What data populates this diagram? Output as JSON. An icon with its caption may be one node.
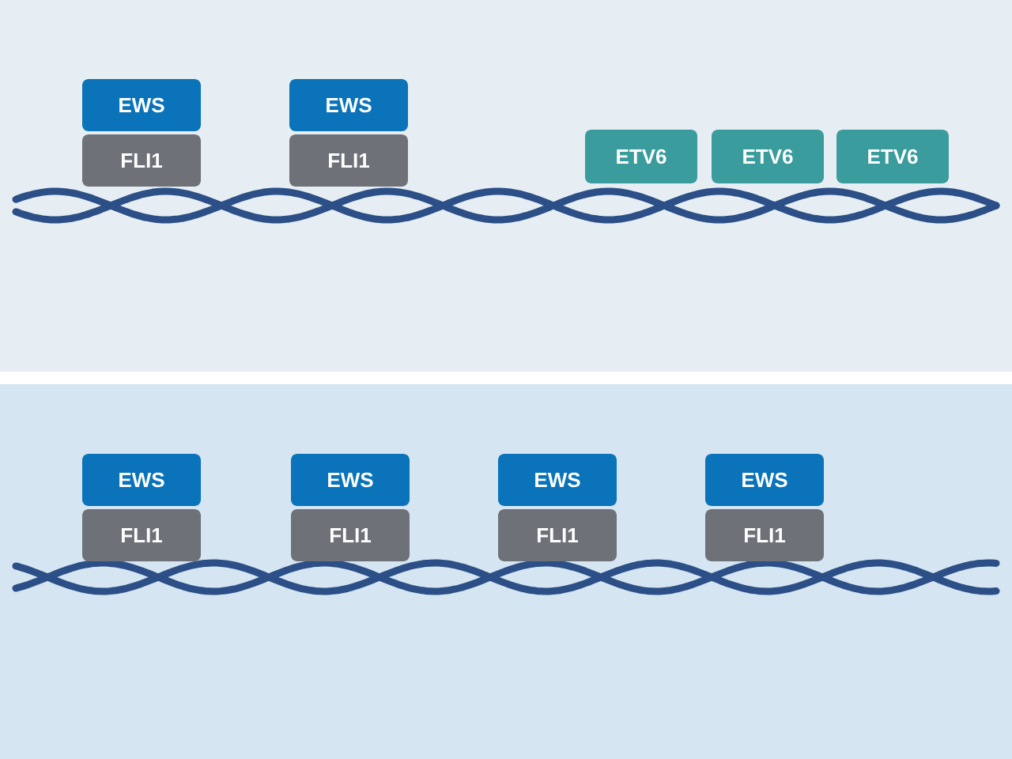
{
  "diagram": {
    "nodes": [
      {
        "text": [
          "EWS"
        ]
      },
      {
        "text": [
          "FLI1"
        ]
      },
      {
        "text": [
          "EWS"
        ]
      },
      {
        "text": [
          "FLI1"
        ]
      },
      {
        "text": [
          "ETV6"
        ]
      },
      {
        "text": [
          "ETV6"
        ]
      },
      {
        "text": [
          "ETV6"
        ]
      },
      {
        "text": [
          "EWS"
        ]
      },
      {
        "text": [
          "FLI1"
        ]
      },
      {
        "text": [
          "EWS"
        ]
      },
      {
        "text": [
          "FLI1"
        ]
      },
      {
        "text": [
          "EWS"
        ]
      },
      {
        "text": [
          "FLI1"
        ]
      },
      {
        "text": [
          "EWS"
        ]
      },
      {
        "text": [
          "FLI1"
        ]
      }
    ]
  }
}
